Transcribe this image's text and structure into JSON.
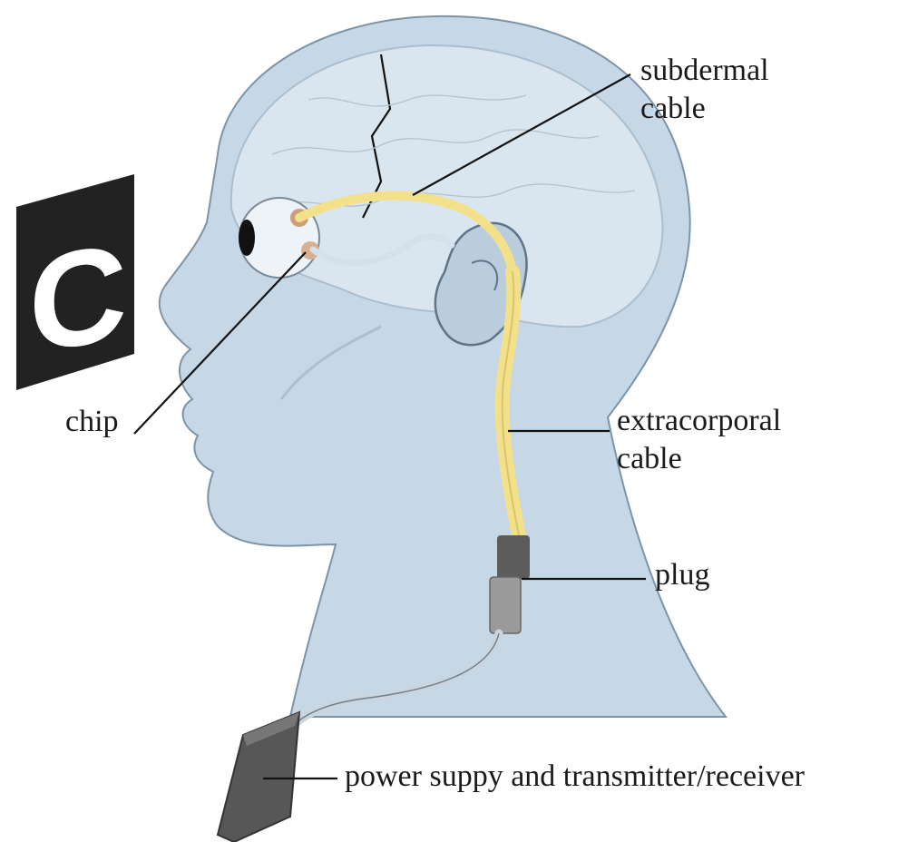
{
  "labels": {
    "subdermal_line1": "subdermal",
    "subdermal_line2": "cable",
    "chip": "chip",
    "extracorporal_line1": "extracorporal",
    "extracorporal_line2": "cable",
    "plug": "plug",
    "power": "power suppy and transmitter/receiver"
  },
  "sign": {
    "letter": "C"
  },
  "colors": {
    "skin": "#c6d8e6",
    "skin_outline": "#7c94a8",
    "cable_yellow": "#f3e08a",
    "device": "#555555",
    "sign_bg": "#222222",
    "sign_letter": "#ffffff"
  },
  "icons": {
    "head": "head-profile-icon",
    "brain": "brain-icon",
    "eye": "eyeball-icon",
    "ear": "ear-icon"
  }
}
